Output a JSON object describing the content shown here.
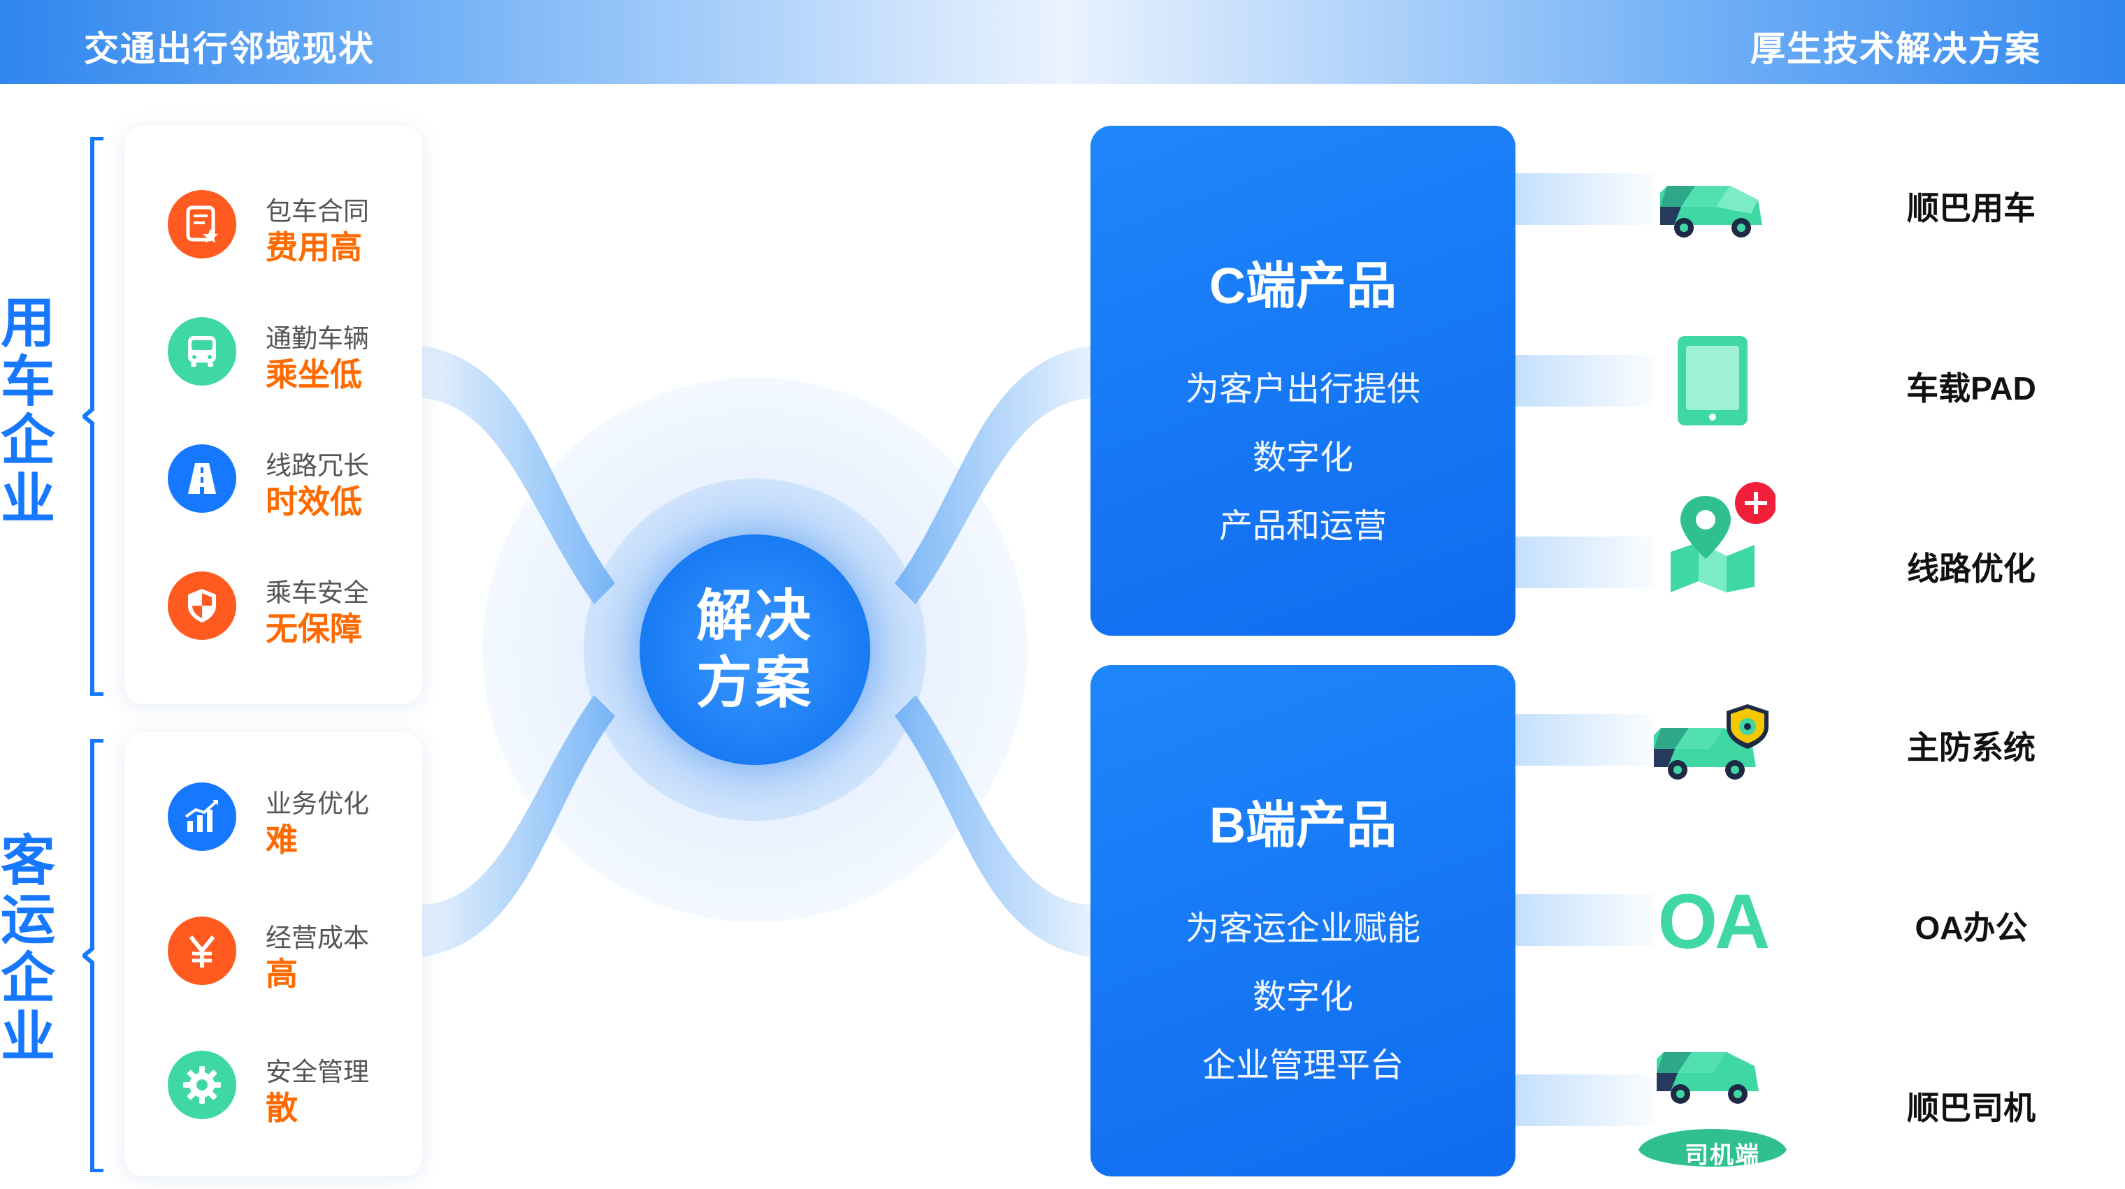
{
  "header": {
    "left_title": "交通出行邻域现状",
    "right_title": "厚生技术解决方案"
  },
  "groups": [
    {
      "label": "用车企业"
    },
    {
      "label": "客运企业"
    }
  ],
  "issues": [
    {
      "sub": "包车合同",
      "val": "费用高",
      "icon": "contract-icon"
    },
    {
      "sub": "通勤车辆",
      "val": "乘坐低",
      "icon": "bus-icon"
    },
    {
      "sub": "线路冗长",
      "val": "时效低",
      "icon": "road-icon"
    },
    {
      "sub": "乘车安全",
      "val": "无保障",
      "icon": "shield-icon"
    },
    {
      "sub": "业务优化",
      "val": "难",
      "icon": "chart-icon"
    },
    {
      "sub": "经营成本",
      "val": "高",
      "icon": "yen-icon"
    },
    {
      "sub": "安全管理",
      "val": "散",
      "icon": "gear-icon"
    }
  ],
  "center": {
    "line1": "解决",
    "line2": "方案"
  },
  "products": [
    {
      "title": "C端产品",
      "lines": [
        "为客户出行提供",
        "数字化",
        "产品和运营"
      ]
    },
    {
      "title": "B端产品",
      "lines": [
        "为客运企业赋能",
        "数字化",
        "企业管理平台"
      ]
    }
  ],
  "features": [
    {
      "name": "顺巴用车",
      "icon": "car-icon"
    },
    {
      "name": "车载PAD",
      "icon": "tablet-icon"
    },
    {
      "name": "线路优化",
      "icon": "map-pin-icon"
    },
    {
      "name": "主防系统",
      "icon": "car-shield-icon"
    },
    {
      "name": "OA办公",
      "icon": "oa-icon",
      "icon_text": "OA"
    },
    {
      "name": "顺巴司机",
      "icon": "car-driver-icon",
      "badge": "司机端"
    }
  ],
  "colors": {
    "accent_blue": "#1677ff",
    "issue_orange": "#ff6a00",
    "icon_orange": "#ff5a1f",
    "icon_green": "#3fd8a5",
    "icon_blue": "#1677ff"
  }
}
